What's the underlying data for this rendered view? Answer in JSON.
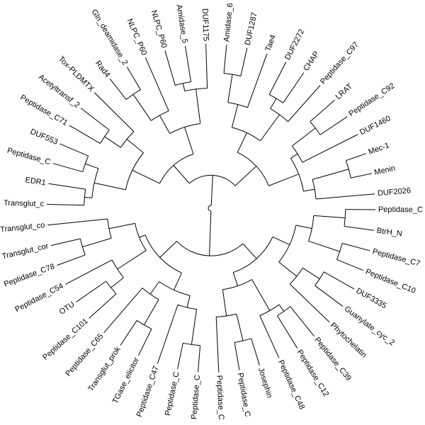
{
  "diagram": {
    "type": "circular-dendrogram",
    "line_color": "#000000",
    "background": "#ffffff",
    "leaves": [
      "Peptidase_C",
      "BtrH_N",
      "Peptidase_C7",
      "Peptidase_C10",
      "DUF3335",
      "Guanylate_cyc_2",
      "Phytochelatin",
      "Peptidase_C39",
      "Peptidase_C12",
      "Peptidase_C48",
      "Josephin",
      "Peptidase_C",
      "Peptidase_C",
      "Peptidase_C",
      "Peptidase_C",
      "Peptidase_C47",
      "TGase_elicitor",
      "Transglut_prok",
      "Peptidase_C65",
      "Peptidase_C101",
      "OTU",
      "Peptidase_C54",
      "Peptidase_C78",
      "Transglut_cor",
      "Transglut_co",
      "Transglut_c",
      "EDR1",
      "Peptidase_C",
      "DUF553",
      "Peptidase_C71",
      "Acetyltransf_2",
      "Tox-PLDMTX",
      "Rad4",
      "Gln_deamidase_2",
      "NLPC_P60",
      "NLPC_P60",
      "Amidase_5",
      "DUF1175",
      "Amidase_6",
      "DUF1287",
      "Tae4",
      "DUF2272",
      "CHAP",
      "Peptidase_C97",
      "LRAT",
      "Peptidase_C92",
      "DUF1460",
      "Mec-1",
      "Menin",
      "DUF2026"
    ]
  }
}
